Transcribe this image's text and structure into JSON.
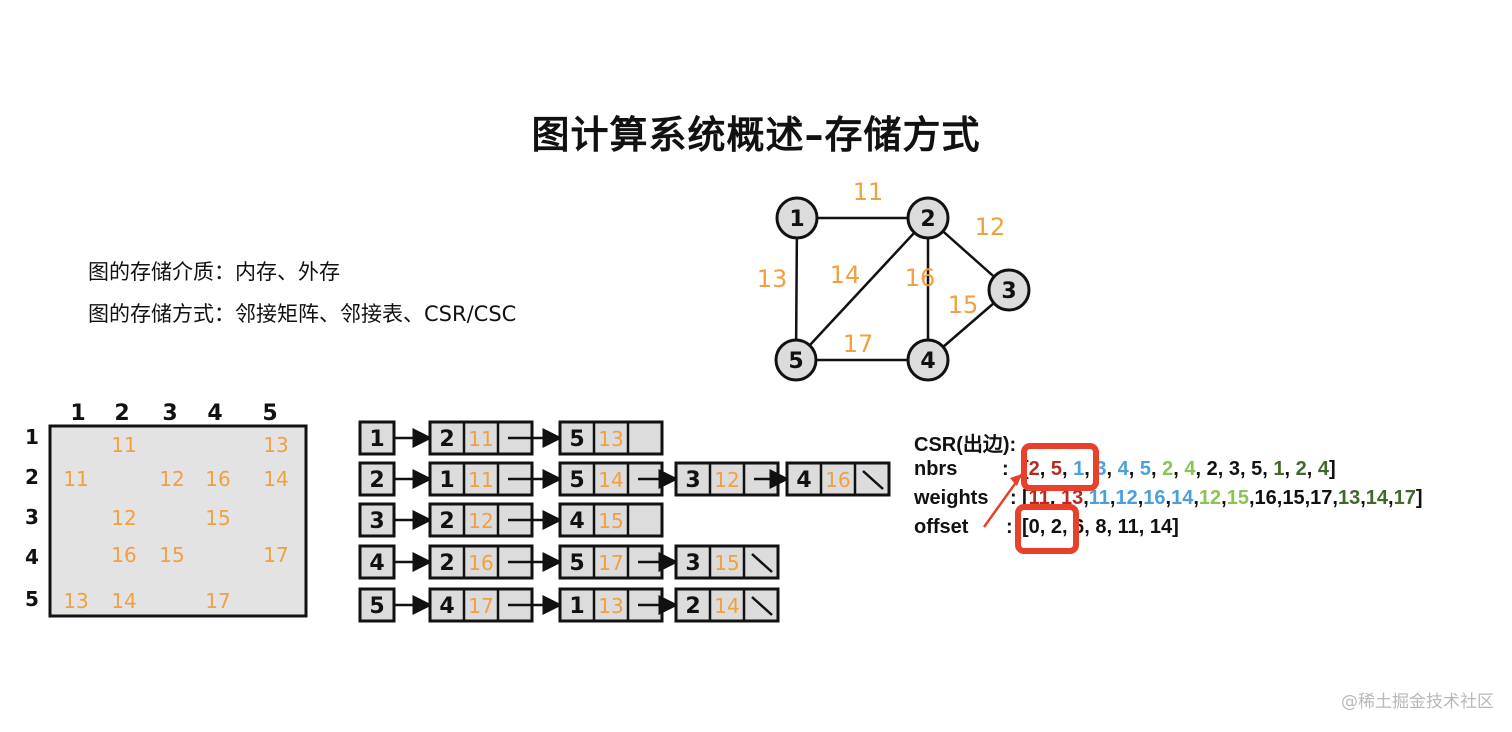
{
  "title": "图计算系统概述–存储方式",
  "desc": {
    "line1": "图的存储介质：内存、外存",
    "line2": "图的存储方式：邻接矩阵、邻接表、CSR/CSC"
  },
  "graph": {
    "nodes": [
      "1",
      "2",
      "3",
      "4",
      "5"
    ],
    "edges": [
      {
        "from": "1",
        "to": "2",
        "w": "11"
      },
      {
        "from": "2",
        "to": "3",
        "w": "12"
      },
      {
        "from": "1",
        "to": "5",
        "w": "13"
      },
      {
        "from": "2",
        "to": "5",
        "w": "14"
      },
      {
        "from": "3",
        "to": "4",
        "w": "15"
      },
      {
        "from": "2",
        "to": "4",
        "w": "16"
      },
      {
        "from": "5",
        "to": "4",
        "w": "17"
      }
    ]
  },
  "matrix": {
    "col_headers": [
      "1",
      "2",
      "3",
      "4",
      "5"
    ],
    "row_headers": [
      "1",
      "2",
      "3",
      "4",
      "5"
    ],
    "cells": [
      [
        "",
        "11",
        "",
        "",
        "13"
      ],
      [
        "11",
        "",
        "12",
        "16",
        "14"
      ],
      [
        "",
        "12",
        "",
        "15",
        ""
      ],
      [
        "",
        "16",
        "15",
        "",
        "17"
      ],
      [
        "13",
        "14",
        "",
        "17",
        ""
      ]
    ]
  },
  "adjacency_list": [
    {
      "head": "1",
      "nodes": [
        {
          "v": "2",
          "w": "11"
        },
        {
          "v": "5",
          "w": "13"
        }
      ]
    },
    {
      "head": "2",
      "nodes": [
        {
          "v": "1",
          "w": "11"
        },
        {
          "v": "5",
          "w": "14"
        },
        {
          "v": "3",
          "w": "12"
        },
        {
          "v": "4",
          "w": "16"
        }
      ]
    },
    {
      "head": "3",
      "nodes": [
        {
          "v": "2",
          "w": "12"
        },
        {
          "v": "4",
          "w": "15"
        }
      ]
    },
    {
      "head": "4",
      "nodes": [
        {
          "v": "2",
          "w": "16"
        },
        {
          "v": "5",
          "w": "17"
        },
        {
          "v": "3",
          "w": "15"
        }
      ]
    },
    {
      "head": "5",
      "nodes": [
        {
          "v": "4",
          "w": "17"
        },
        {
          "v": "1",
          "w": "13"
        },
        {
          "v": "2",
          "w": "14"
        }
      ]
    }
  ],
  "csr": {
    "heading": "CSR(出边):",
    "nbrs_label": "nbrs",
    "weights_label": "weights",
    "offset_label": "offset",
    "colon": ":",
    "nbrs": "[2, 5, 1, 3, 4, 5, 2, 4, 2, 3, 5, 1, 2, 4]",
    "weights": "[11, 13,11,12,16,14,12,15,16,15,17,13,14,17]",
    "offset": "[0, 2, 6, 8, 11, 14]",
    "colors": {
      "red": "#b5291e",
      "blue": "#4b9fdc",
      "green": "#8ac553",
      "dark_green": "#3f6a2c",
      "highlight": "#e8402a",
      "weight": "#f0a040"
    }
  },
  "watermark": "@稀土掘金技术社区"
}
